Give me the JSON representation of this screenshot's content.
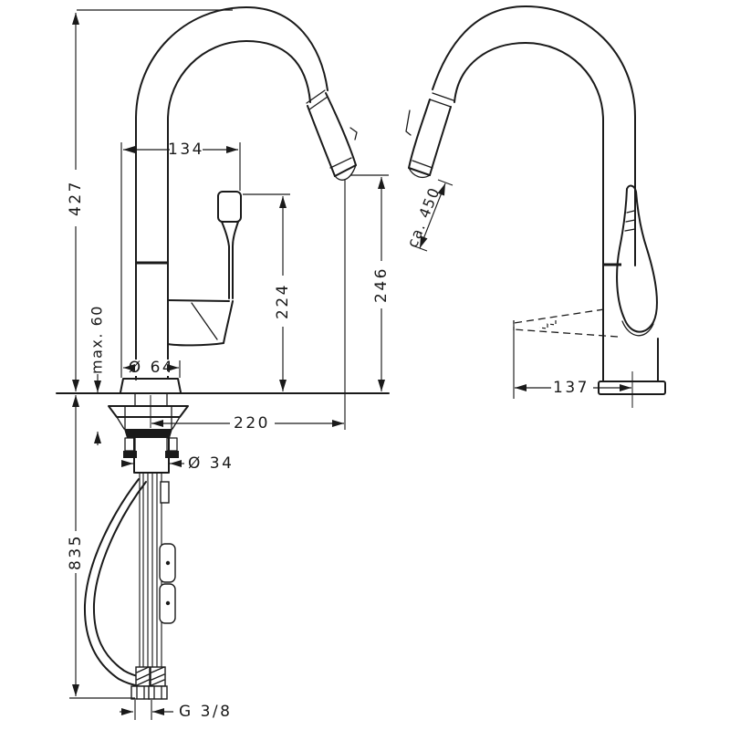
{
  "page": {
    "background": "#ffffff",
    "line_color": "#1a1a1a"
  },
  "drawing": {
    "subject": "kitchen mixer tap with pull-out spray – dimensional technical drawing",
    "views": {
      "left": "side view with below-counter installation parts",
      "right": "second view with pull-out spray extension"
    },
    "dimensions": {
      "overall_height": "427",
      "top_reach": "134",
      "max_mounting_thickness": "max. 60",
      "base_diameter": "Ø 64",
      "height_to_handle_top": "224",
      "height_to_spout_outlet": "246",
      "spout_reach": "220",
      "shank_diameter": "Ø 34",
      "hose_length_below_deck": "835",
      "connection_thread": "G 3/8",
      "pullout_hose_length": "ca. 450",
      "spray_outlet_offset": "137"
    }
  }
}
